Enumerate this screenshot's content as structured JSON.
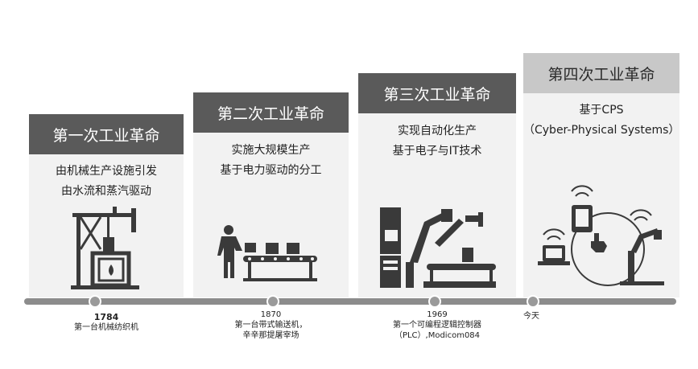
{
  "stages": [
    {
      "title": "第一次工业革命",
      "lines": [
        "由机械生产设施引发",
        "由水流和蒸汽驱动"
      ],
      "year": "1784",
      "milestone": [
        "第一台机械纺织机"
      ]
    },
    {
      "title": "第二次工业革命",
      "lines": [
        "实施大规模生产",
        "基于电力驱动的分工"
      ],
      "year": "1870",
      "milestone": [
        "第一台带式输送机，",
        "辛辛那提屠宰场"
      ]
    },
    {
      "title": "第三次工业革命",
      "lines": [
        "实现自动化生产",
        "基于电子与IT技术"
      ],
      "year": "1969",
      "milestone": [
        "第一个可编程逻辑控制器",
        "（PLC）,Modicom084"
      ]
    },
    {
      "title": "第四次工业革命",
      "lines": [
        "基于CPS",
        "（Cyber-Physical Systems）"
      ],
      "year": "",
      "milestone": [
        "今天"
      ]
    }
  ],
  "colors": {
    "header_dark": "#5a5a5a",
    "header_light": "#c8c8c8",
    "column_bg": "#f2f2f2",
    "timeline": "#8c8c8c",
    "icon": "#3a3a3a"
  },
  "icons": [
    "steam-engine-icon",
    "conveyor-worker-icon",
    "robot-arm-icon",
    "cps-network-icon"
  ]
}
